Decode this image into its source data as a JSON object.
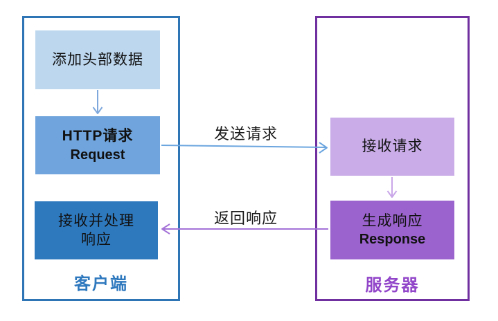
{
  "diagram": {
    "client": {
      "label": "客户端",
      "border_color": "#2E75B6",
      "label_color": "#2E78BE",
      "boxes": [
        {
          "name": "add-header",
          "bg": "#BDD7EE",
          "lines": [
            "添加头部数据"
          ]
        },
        {
          "name": "http-request",
          "bg": "#6FA4DC",
          "lines": [
            "HTTP请求",
            "Request"
          ]
        },
        {
          "name": "receive-process-response",
          "bg": "#2E79BE",
          "lines": [
            "接收并处理",
            "响应"
          ]
        }
      ]
    },
    "server": {
      "label": "服务器",
      "border_color": "#7030A0",
      "label_color": "#9145C9",
      "boxes": [
        {
          "name": "receive-request",
          "bg": "#C9ACE8",
          "lines": [
            "接收请求"
          ]
        },
        {
          "name": "generate-response",
          "bg": "#9B63CE",
          "lines": [
            "生成响应",
            "Response"
          ]
        }
      ]
    },
    "arrows": {
      "add_to_request": {
        "color": "#7FA9DC"
      },
      "send": {
        "label": "发送请求",
        "color": "#6CA6DF"
      },
      "receive_to_generate": {
        "color": "#C9A7E8"
      },
      "return": {
        "label": "返回响应",
        "color": "#A472D8"
      }
    }
  }
}
